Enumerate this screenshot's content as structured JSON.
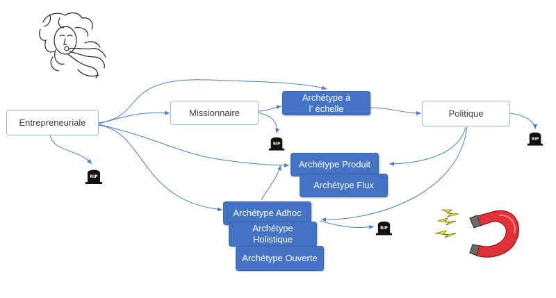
{
  "nodes": {
    "entrepreneuriale": "Entrepreneuriale",
    "missionnaire": "Missionnaire",
    "echelle_line1": "Archétype à",
    "echelle_line2": "l’ échelle",
    "politique": "Politique",
    "produit": "Archétype Produit",
    "flux": "Archétype Flux",
    "adhoc": "Archétype Adhoc",
    "holistique_line1": "Archétype",
    "holistique_line2": "Holistique",
    "ouverte": "Archétype Ouverte"
  },
  "icons": {
    "tombstone_text": "RIP",
    "wind_face": "wind-blowing-face-icon",
    "magnet": "magnet-icon"
  },
  "colors": {
    "box_blue": "#4472c4",
    "arrow_blue": "#4a7cc9",
    "box_border": "#9db6d6",
    "magnet_red": "#e0303a",
    "spark_yellow": "#f2e600"
  }
}
